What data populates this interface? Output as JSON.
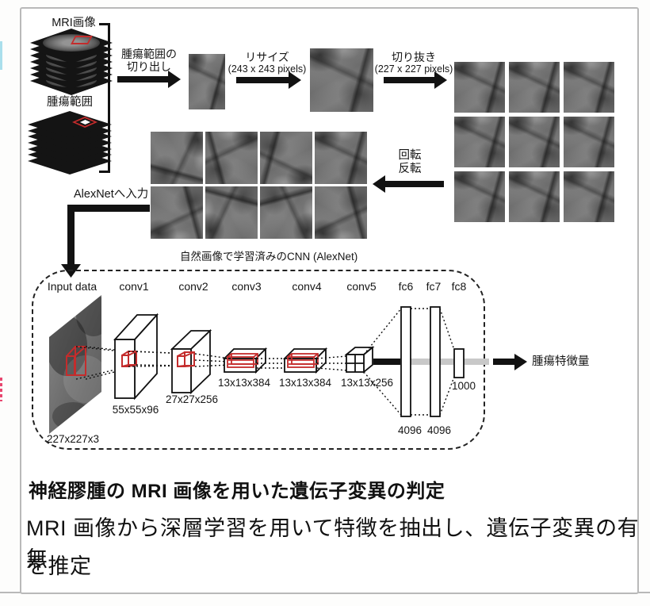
{
  "stacks": {
    "mri_label": "MRI画像",
    "tumor_label": "腫瘍範囲"
  },
  "pipeline": {
    "extract": {
      "line1": "腫瘍範囲の",
      "line2": "切り出し"
    },
    "resize": {
      "line1": "リサイズ",
      "line2": "(243 x 243 pixels)"
    },
    "crop": {
      "line1": "切り抜き",
      "line2": "(227 x 227 pixels)"
    },
    "augment": {
      "line1": "回転",
      "line2": "反転"
    },
    "alexnet_input": "AlexNetへ入力"
  },
  "cnn": {
    "title": "自然画像で学習済みのCNN (AlexNet)",
    "layers": [
      {
        "name": "Input data",
        "dim": "227x227x3"
      },
      {
        "name": "conv1",
        "dim": "55x55x96"
      },
      {
        "name": "conv2",
        "dim": "27x27x256"
      },
      {
        "name": "conv3",
        "dim": "13x13x384"
      },
      {
        "name": "conv4",
        "dim": "13x13x384"
      },
      {
        "name": "conv5",
        "dim": "13x13x256"
      },
      {
        "name": "fc6",
        "dim": "4096"
      },
      {
        "name": "fc7",
        "dim": "4096"
      },
      {
        "name": "fc8",
        "dim": "1000"
      }
    ],
    "output_label": "腫瘍特徴量"
  },
  "caption": {
    "title": "神経膠腫の MRI 画像を用いた遺伝子変異の判定",
    "line1": "MRI 画像から深層学習を用いて特徴を抽出し、遺伝子変異の有無",
    "line2": "を推定"
  },
  "colors": {
    "panel_border": "#b9b9b9",
    "accent_red": "#c42c2c",
    "arrow_black": "#121212",
    "feature_line_gray": "#c8c8c8"
  }
}
